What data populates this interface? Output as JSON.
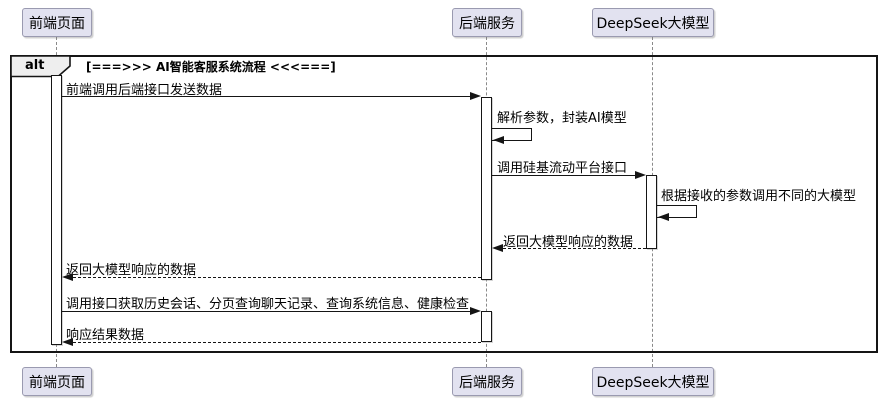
{
  "diagram": {
    "type": "sequence",
    "participants": [
      {
        "id": "frontend",
        "label": "前端页面"
      },
      {
        "id": "backend",
        "label": "后端服务"
      },
      {
        "id": "deepseek",
        "label": "DeepSeek大模型"
      }
    ],
    "alt_frame": {
      "operator": "alt",
      "condition": "[===>>> AI智能客服系统流程 <<<===]"
    },
    "messages": [
      {
        "from": "frontend",
        "to": "backend",
        "style": "solid",
        "label": "前端调用后端接口发送数据"
      },
      {
        "from": "backend",
        "to": "backend",
        "style": "self",
        "label": "解析参数，封装AI模型"
      },
      {
        "from": "backend",
        "to": "deepseek",
        "style": "solid",
        "label": "调用硅基流动平台接口"
      },
      {
        "from": "deepseek",
        "to": "deepseek",
        "style": "self",
        "label": "根据接收的参数调用不同的大模型"
      },
      {
        "from": "deepseek",
        "to": "backend",
        "style": "dashed",
        "label": "返回大模型响应的数据"
      },
      {
        "from": "backend",
        "to": "frontend",
        "style": "dashed",
        "label": "返回大模型响应的数据"
      },
      {
        "from": "frontend",
        "to": "backend",
        "style": "solid",
        "label": "调用接口获取历史会话、分页查询聊天记录、查询系统信息、健康检查"
      },
      {
        "from": "backend",
        "to": "frontend",
        "style": "dashed",
        "label": "响应结果数据"
      }
    ],
    "colors": {
      "participant_fill": "#E2E2F0",
      "participant_border": "#9A9AB0",
      "frame_border": "#151515",
      "frame_header_fill": "#EEEEEE",
      "lifeline": "#8A8A8A",
      "message_line": "#151515",
      "background": "#FFFFFF"
    }
  }
}
